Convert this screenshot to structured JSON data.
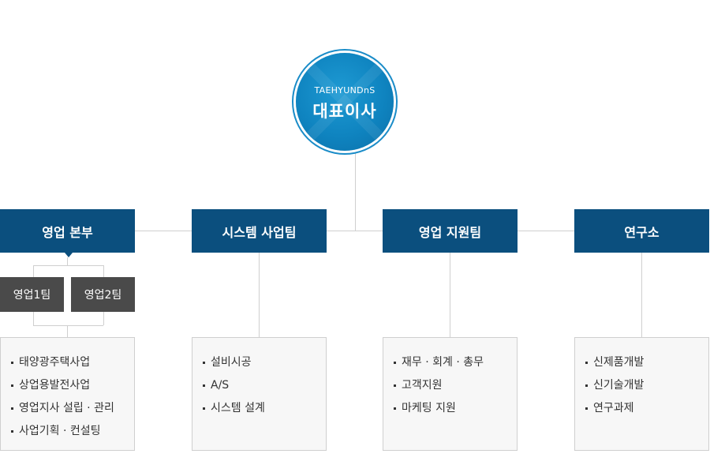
{
  "ceo": {
    "subtitle": "TAEHYUNDnS",
    "title": "대표이사"
  },
  "departments": [
    {
      "name": "영업 본부",
      "items": [
        "태양광주택사업",
        "상업용발전사업",
        "영업지사 설립 · 관리",
        "사업기획 · 컨설팅"
      ]
    },
    {
      "name": "시스템 사업팀",
      "items": [
        "설비시공",
        "A/S",
        "시스템 설계"
      ]
    },
    {
      "name": "영업 지원팀",
      "items": [
        "재무 · 회계 · 총무",
        "고객지원",
        "마케팅 지원"
      ]
    },
    {
      "name": "연구소",
      "items": [
        "신제품개발",
        "신기술개발",
        "연구과제"
      ]
    }
  ],
  "sales_teams": [
    "영업1팀",
    "영업2팀"
  ]
}
